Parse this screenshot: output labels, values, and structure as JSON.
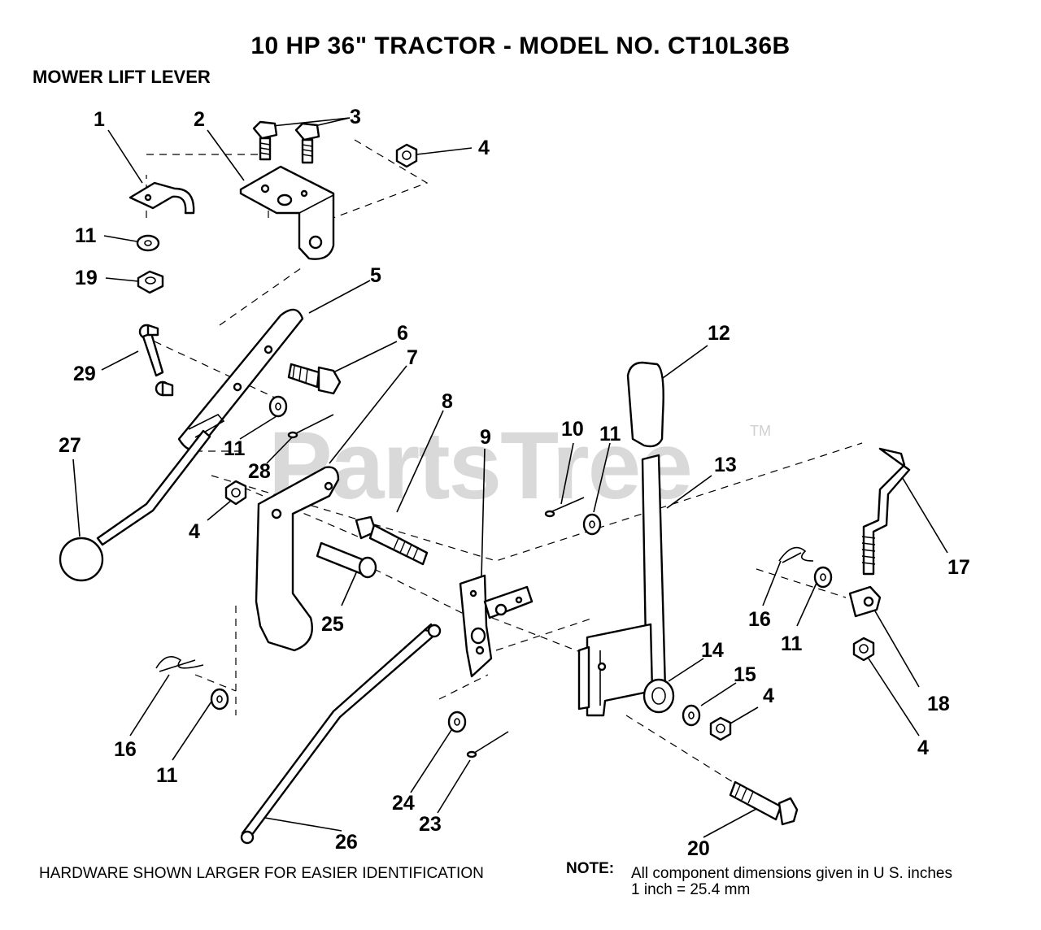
{
  "header": {
    "title": "10 HP 36\" TRACTOR - MODEL NO. CT10L36B",
    "section": "MOWER LIFT LEVER"
  },
  "watermark": {
    "text": "PartsTree",
    "tm": "TM"
  },
  "callouts": [
    {
      "id": "c1",
      "text": "1"
    },
    {
      "id": "c2",
      "text": "2"
    },
    {
      "id": "c3",
      "text": "3"
    },
    {
      "id": "c4a",
      "text": "4"
    },
    {
      "id": "c11a",
      "text": "11"
    },
    {
      "id": "c19",
      "text": "19"
    },
    {
      "id": "c5",
      "text": "5"
    },
    {
      "id": "c6",
      "text": "6"
    },
    {
      "id": "c7",
      "text": "7"
    },
    {
      "id": "c29",
      "text": "29"
    },
    {
      "id": "c11b",
      "text": "11"
    },
    {
      "id": "c28",
      "text": "28"
    },
    {
      "id": "c27",
      "text": "27"
    },
    {
      "id": "c4b",
      "text": "4"
    },
    {
      "id": "c8",
      "text": "8"
    },
    {
      "id": "c9",
      "text": "9"
    },
    {
      "id": "c10",
      "text": "10"
    },
    {
      "id": "c11c",
      "text": "11"
    },
    {
      "id": "c12",
      "text": "12"
    },
    {
      "id": "c13",
      "text": "13"
    },
    {
      "id": "c25",
      "text": "25"
    },
    {
      "id": "c17",
      "text": "17"
    },
    {
      "id": "c16a",
      "text": "16"
    },
    {
      "id": "c11d",
      "text": "11"
    },
    {
      "id": "c18",
      "text": "18"
    },
    {
      "id": "c4c",
      "text": "4"
    },
    {
      "id": "c14",
      "text": "14"
    },
    {
      "id": "c15",
      "text": "15"
    },
    {
      "id": "c4d",
      "text": "4"
    },
    {
      "id": "c16b",
      "text": "16"
    },
    {
      "id": "c11e",
      "text": "11"
    },
    {
      "id": "c24",
      "text": "24"
    },
    {
      "id": "c23",
      "text": "23"
    },
    {
      "id": "c26",
      "text": "26"
    },
    {
      "id": "c20",
      "text": "20"
    }
  ],
  "footer": {
    "hardware_note": "HARDWARE SHOWN LARGER FOR EASIER IDENTIFICATION",
    "note_label": "NOTE:",
    "note_line1": "All component dimensions given in U S. inches",
    "note_line2": "1 inch = 25.4 mm"
  }
}
